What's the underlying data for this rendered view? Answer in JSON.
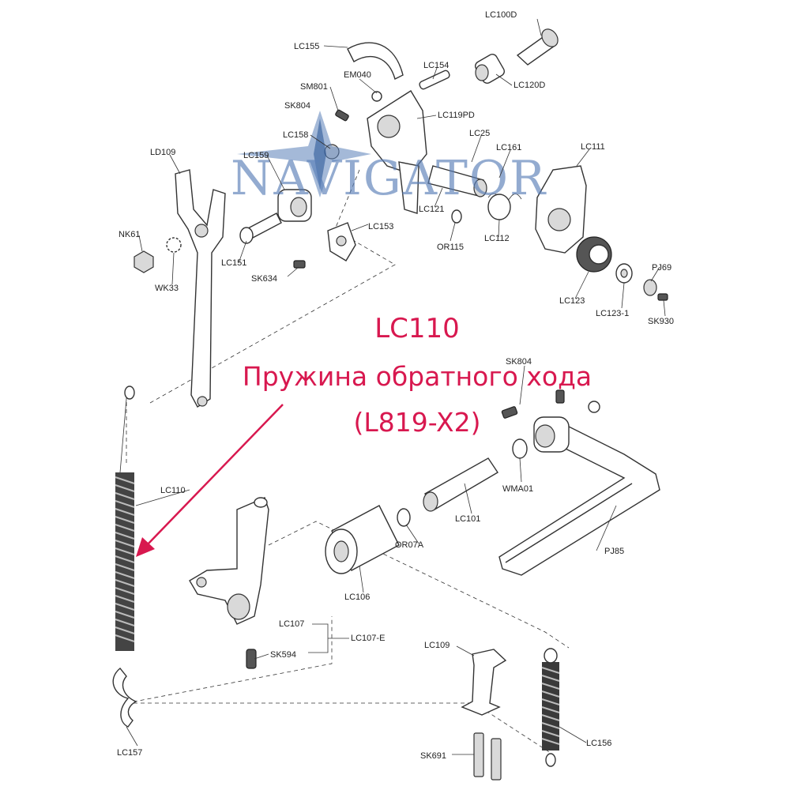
{
  "brand": {
    "logo_text": "NAVIGATOR"
  },
  "callout": {
    "code": "LC110",
    "title": "Пружина обратного хода",
    "model": "(L819-X2)",
    "arrow_color": "#d8184f"
  },
  "colors": {
    "callout": "#d8184f",
    "logo": "#5a7fb8",
    "line": "#333333"
  },
  "labels": {
    "lc100d": "LC100D",
    "lc155": "LC155",
    "lc154": "LC154",
    "lc120d": "LC120D",
    "em040": "EM040",
    "sm801": "SM801",
    "sk804a": "SK804",
    "lc119pd": "LC119PD",
    "lc25": "LC25",
    "lc158": "LC158",
    "lc161": "LC161",
    "lc111": "LC111",
    "ld109": "LD109",
    "lc159": "LC159",
    "lc121": "LC121",
    "or115": "OR115",
    "lc112": "LC112",
    "lc153": "LC153",
    "nk61": "NK61",
    "lc151": "LC151",
    "wk33": "WK33",
    "sk634": "SK634",
    "pj69": "PJ69",
    "lc123": "LC123",
    "lc123_1": "LC123-1",
    "sk930": "SK930",
    "sk804b": "SK804",
    "wma01": "WMA01",
    "lc110": "LC110",
    "lc101": "LC101",
    "or07a": "OR07A",
    "pj85": "PJ85",
    "lc106": "LC106",
    "lc107": "LC107",
    "lc107e": "LC107-E",
    "sk594": "SK594",
    "lc109": "LC109",
    "lc157": "LC157",
    "sk691": "SK691",
    "lc156": "LC156"
  }
}
